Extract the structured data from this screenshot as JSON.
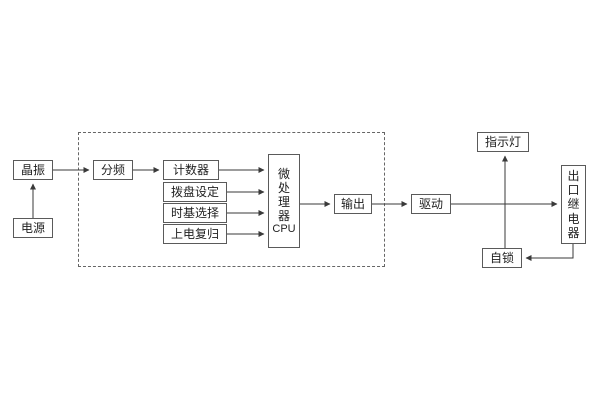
{
  "diagram": {
    "title": "relay-internal-logic-block-diagram",
    "colors": {
      "line": "#3a3a3a",
      "box_border": "#5a5a5a",
      "background": "#ffffff"
    },
    "nodes": {
      "crystal": "晶振",
      "power": "电源",
      "divider": "分频",
      "counter": "计数器",
      "dial": "拨盘设定",
      "timebase": "时基选择",
      "reset": "上电复归",
      "cpu_top": "微处理器",
      "cpu_bottom": "CPU",
      "output": "输出",
      "drive": "驱动",
      "indicator": "指示灯",
      "relay": "出口继电器",
      "selflock": "自锁"
    }
  }
}
